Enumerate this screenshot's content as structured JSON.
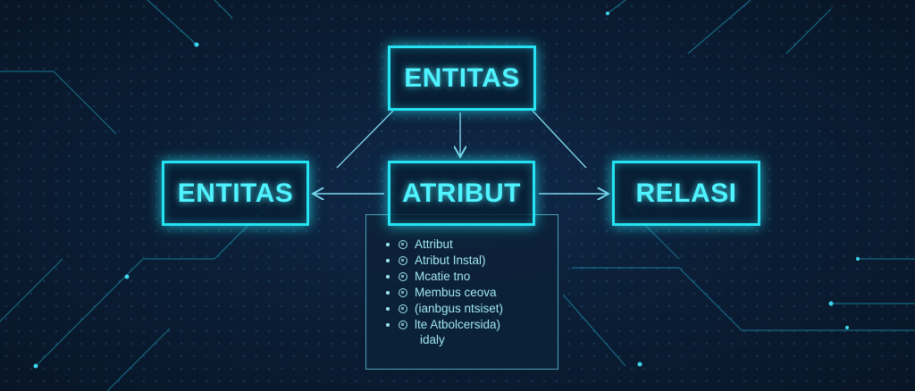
{
  "diagram": {
    "nodes": {
      "top": "ENTITAS",
      "left": "ENTITAS",
      "center": "ATRIBUT",
      "right": "RELASI"
    },
    "panel": {
      "items": [
        "Attribut",
        "Atribut Instal)",
        "Mcatie tno",
        "Membus ceova",
        "(ianbgus ntsiset)",
        "lte Atbolcersida)"
      ],
      "continuation": "idaly"
    }
  },
  "colors": {
    "background": "#0b1a2e",
    "accent": "#25e3f2",
    "text": "#4ff2ff",
    "panel_text": "#9fe6f2"
  }
}
